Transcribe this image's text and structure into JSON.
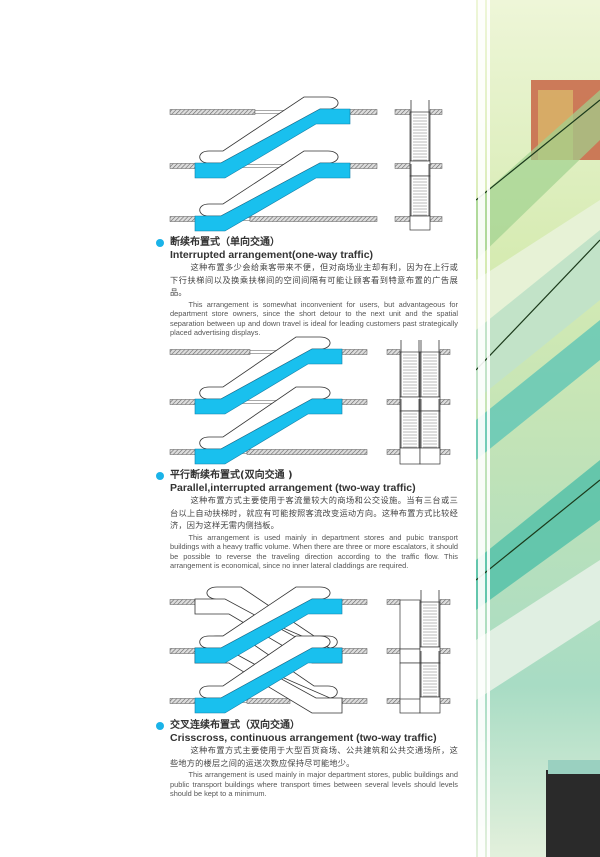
{
  "sections": [
    {
      "title_cn": "断续布置式（单向交通）",
      "title_en": "Interrupted arrangement(one-way traffic)",
      "body_cn": "这种布置多少会给乘客带来不便，但对商场业主却有利，因为在上行或下行扶梯间以及换乘扶梯间的空间间隔有可能让顾客看到特意布置的广告展品。",
      "body_en": "This arrangement  is somewhat inconvenient for users, but advantageous for department store owners, since the short detour to the next unit and the spatial separation between up and down travel is ideal for leading customers past strategically placed advertising displays."
    },
    {
      "title_cn": "平行断续布置式(双向交通 )",
      "title_en": "Parallel,interrupted arrangement (two-way traffic)",
      "body_cn": "这种布置方式主要使用于客流量较大的商场和公交设施。当有三台或三台以上自动扶梯时，就应有可能按照客流改变运动方向。这种布置方式比较经济，因为这样无需内侧挡板。",
      "body_en": "This arrangement  is used mainly in department stores and pubic transport buildings with a heavy traffic volume. When there are three or more escalators, it should be possible to reverse the traveling direction according to the traffic flow. This arrangement is economical, since no inner lateral claddings are required."
    },
    {
      "title_cn": "交叉连续布置式（双向交通）",
      "title_en": "Crisscross, continuous arrangement (two-way traffic)",
      "body_cn": "这种布置方式主要使用于大型百货商场、公共建筑和公共交通场所，这些地方的楼层之间的运送次数应保持尽可能地少。",
      "body_en": "This arrangement  is used mainly in major department stores, public buildings and public transport buildings where transport times between several levels should levels should be kept  to a minimum."
    }
  ],
  "colors": {
    "accent": "#1ab3e8",
    "escalator": "#19c0ee",
    "line": "#333333"
  }
}
